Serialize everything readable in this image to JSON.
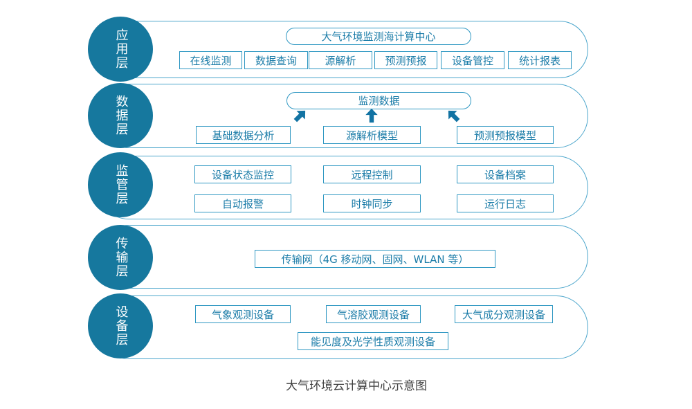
{
  "caption": "大气环境云计算中心示意图",
  "colors": {
    "circle_fill": "#16789E",
    "band_border": "#4AA5CB",
    "box_border": "#2E97C2",
    "box_text": "#1B7CA8",
    "arrow": "#1273A3",
    "caption_text": "#3F3F3F"
  },
  "layers": [
    {
      "name": "应用层",
      "pill": "大气环境监测海计算中心",
      "buttons": [
        "在线监测",
        "数据查询",
        "源解析",
        "预测预报",
        "设备管控",
        "统计报表"
      ]
    },
    {
      "name": "数据层",
      "pill": "监测数据",
      "models": [
        "基础数据分析",
        "源解析模型",
        "预测预报模型"
      ],
      "arrows": [
        "up-right",
        "up",
        "up-left"
      ]
    },
    {
      "name": "监管层",
      "row1": [
        "设备状态监控",
        "远程控制",
        "设备档案"
      ],
      "row2": [
        "自动报警",
        "时钟同步",
        "运行日志"
      ]
    },
    {
      "name": "传输层",
      "network_box": "传输网（4G 移动网、固网、WLAN 等）"
    },
    {
      "name": "设备层",
      "row1": [
        "气象观测设备",
        "气溶胶观测设备",
        "大气成分观测设备"
      ],
      "row2": [
        "能见度及光学性质观测设备"
      ]
    }
  ]
}
